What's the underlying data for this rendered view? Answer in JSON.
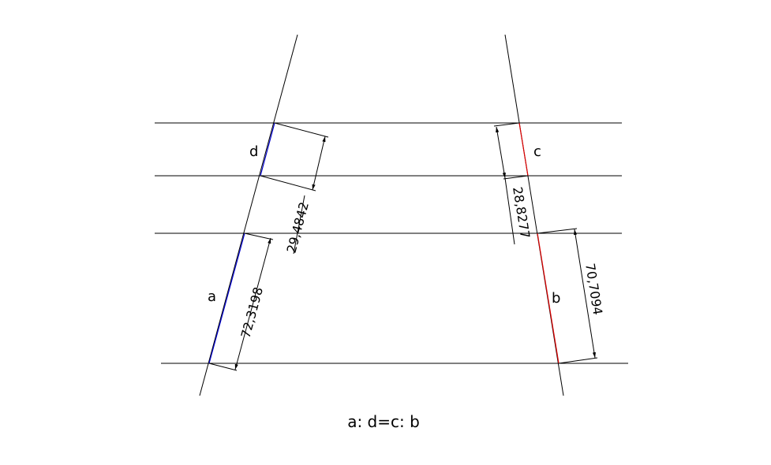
{
  "labels": {
    "a": "a",
    "b": "b",
    "c": "c",
    "d": "d"
  },
  "dimensions": {
    "a": "72,3198",
    "d": "29,4842",
    "c": "28,8277",
    "b": "70,7094"
  },
  "formula": "a: d=c: b",
  "colors": {
    "line": "#000000",
    "left_highlight": "#0000cc",
    "right_highlight": "#dd0000"
  }
}
